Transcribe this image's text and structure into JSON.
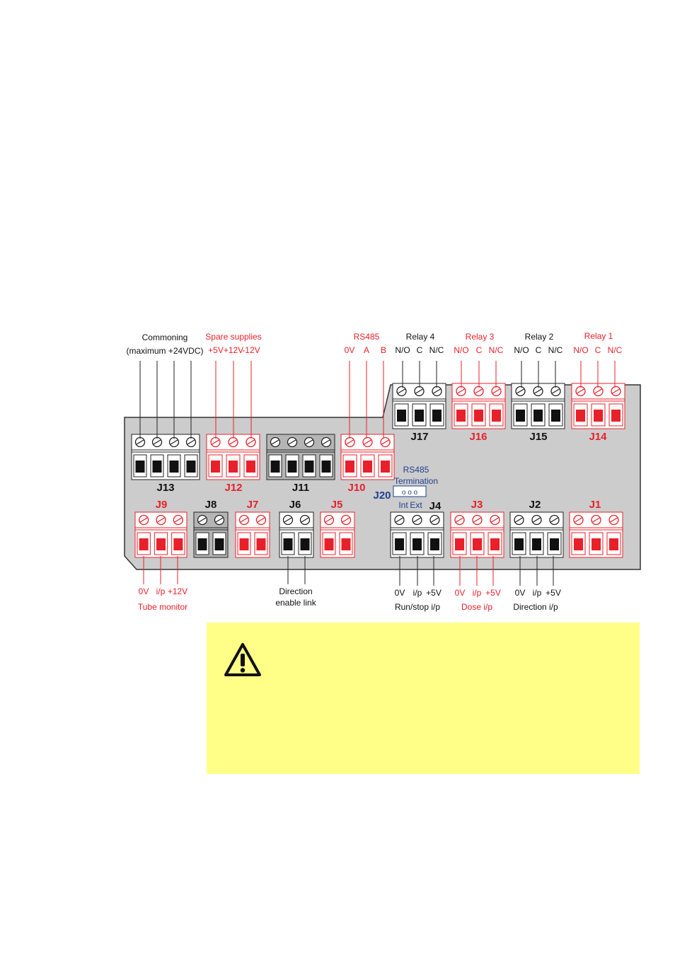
{
  "colors": {
    "board": "#cccccc",
    "board_stroke": "#333333",
    "accent_red": "#e8202a",
    "accent_blue": "#1f3f8f",
    "warning_bg": "#ffff88",
    "black": "#111111"
  },
  "connectors": {
    "J1": {
      "label": "J1",
      "pins": 3,
      "color": "red"
    },
    "J2": {
      "label": "J2",
      "pins": 3,
      "color": "black"
    },
    "J3": {
      "label": "J3",
      "pins": 3,
      "color": "red"
    },
    "J4": {
      "label": "J4",
      "pins": 3,
      "color": "black"
    },
    "J5": {
      "label": "J5",
      "pins": 2,
      "color": "red"
    },
    "J6": {
      "label": "J6",
      "pins": 2,
      "color": "black"
    },
    "J7": {
      "label": "J7",
      "pins": 2,
      "color": "red"
    },
    "J8": {
      "label": "J8",
      "pins": 2,
      "color": "grey"
    },
    "J9": {
      "label": "J9",
      "pins": 3,
      "color": "red"
    },
    "J10": {
      "label": "J10",
      "pins": 3,
      "color": "red"
    },
    "J11": {
      "label": "J11",
      "pins": 4,
      "color": "grey"
    },
    "J12": {
      "label": "J12",
      "pins": 3,
      "color": "red"
    },
    "J13": {
      "label": "J13",
      "pins": 4,
      "color": "black"
    },
    "J14": {
      "label": "J14",
      "pins": 3,
      "color": "red"
    },
    "J15": {
      "label": "J15",
      "pins": 3,
      "color": "black"
    },
    "J16": {
      "label": "J16",
      "pins": 3,
      "color": "red"
    },
    "J17": {
      "label": "J17",
      "pins": 3,
      "color": "black"
    },
    "J20": {
      "label": "J20"
    }
  },
  "top_labels": {
    "commoning_line1": "Commoning",
    "commoning_line2": "(maximum +24VDC)",
    "spare_title": "Spare supplies",
    "spare_plus5": "+5V",
    "spare_plus12": "+12V",
    "spare_minus12": "-12V",
    "rs485_title": "RS485",
    "rs485_0v": "0V",
    "rs485_a": "A",
    "rs485_b": "B",
    "relay4": "Relay 4",
    "relay3": "Relay 3",
    "relay2": "Relay 2",
    "relay1": "Relay 1",
    "no": "N/O",
    "c": "C",
    "nc": "N/C"
  },
  "j20_labels": {
    "line1": "RS485",
    "line2": "Termination",
    "int": "Int",
    "ext": "Ext",
    "pins": "o o o"
  },
  "bottom_labels": {
    "j9_0v": "0V",
    "j9_ip": "i/p",
    "j9_12v": "+12V",
    "j9_title": "Tube monitor",
    "j6_line1": "Direction",
    "j6_line2": "enable link",
    "j4_0v": "0V",
    "j4_ip": "i/p",
    "j4_5v": "+5V",
    "j4_title": "Run/stop i/p",
    "j3_0v": "0V",
    "j3_ip": "i/p",
    "j3_5v": "+5V",
    "j3_title": "Dose i/p",
    "j2_0v": "0V",
    "j2_ip": "i/p",
    "j2_5v": "+5V",
    "j2_title": "Direction i/p"
  },
  "warning": {
    "icon": "warning-triangle-icon"
  }
}
